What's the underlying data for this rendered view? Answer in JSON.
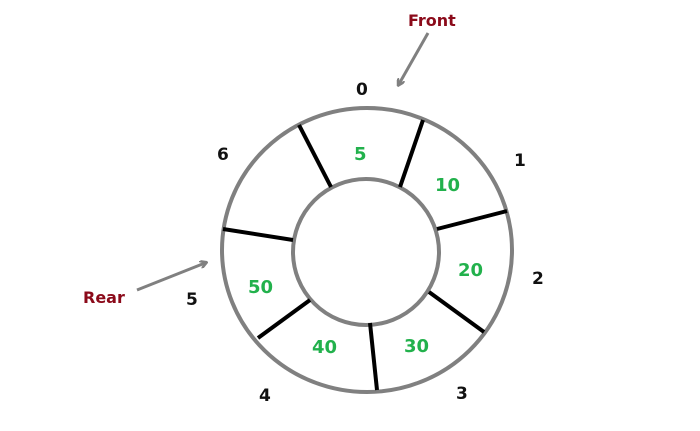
{
  "labels": {
    "front": "Front",
    "rear": "Rear"
  },
  "indices": [
    "0",
    "1",
    "2",
    "3",
    "4",
    "5",
    "6"
  ],
  "values": [
    "5",
    "10",
    "20",
    "30",
    "40",
    "",
    "50"
  ],
  "colors": {
    "ring": "#808080",
    "divider": "#000000",
    "value": "#22b14c",
    "label": "#8b0a1a"
  }
}
